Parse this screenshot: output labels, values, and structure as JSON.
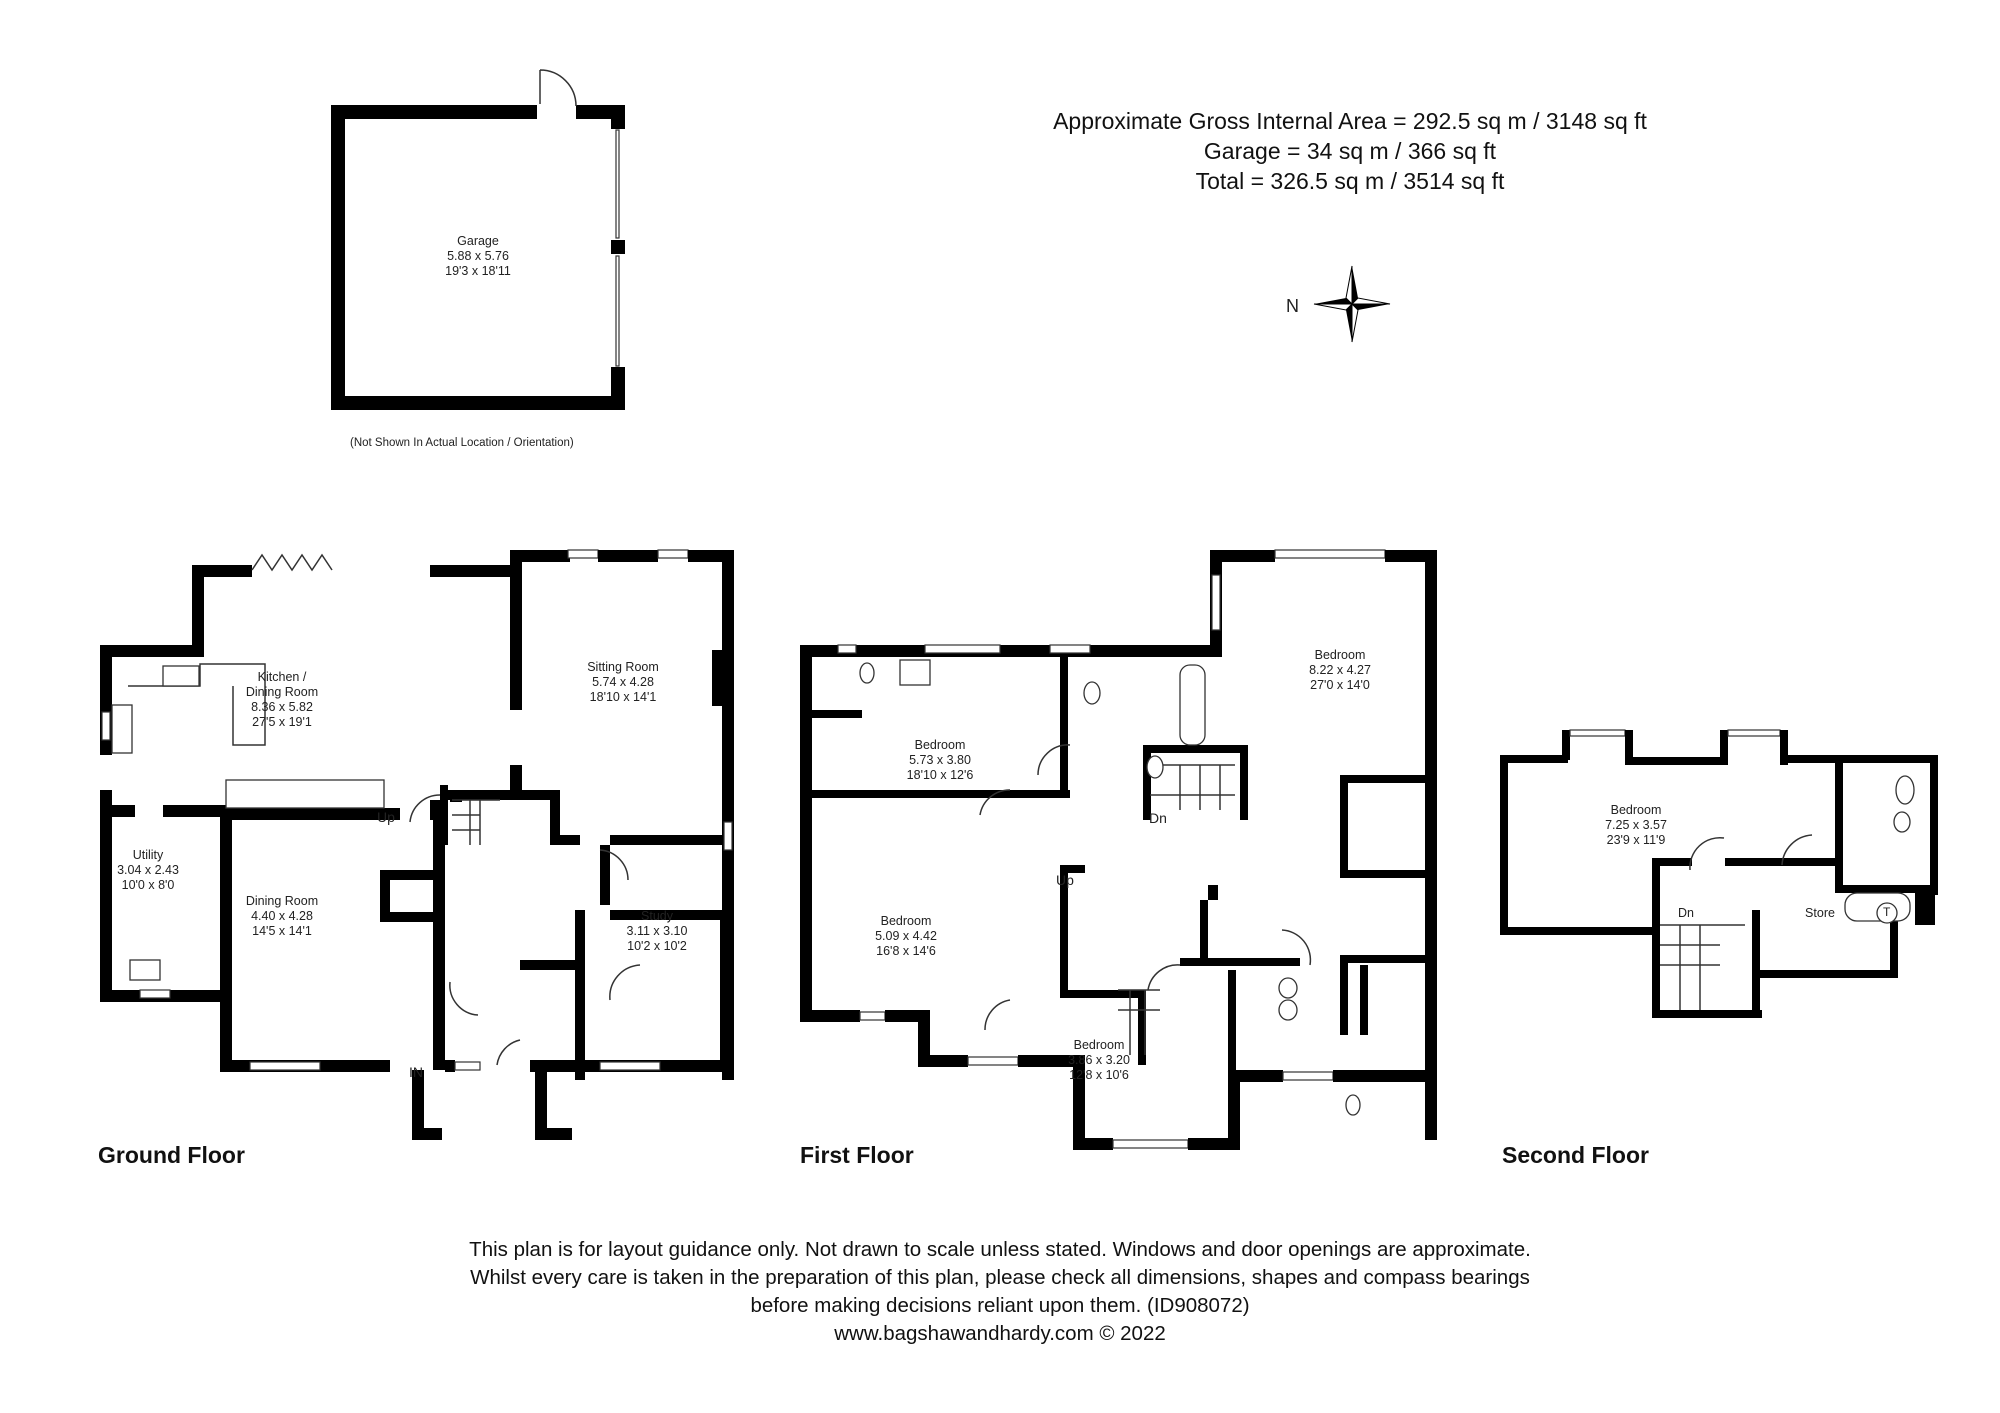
{
  "area_summary": {
    "line1": "Approximate Gross Internal Area = 292.5 sq m / 3148 sq ft",
    "line2": "Garage = 34 sq m / 366 sq ft",
    "line3": "Total = 326.5 sq m / 3514 sq ft"
  },
  "compass": {
    "label": "N"
  },
  "garage": {
    "name": "Garage",
    "metric": "5.88 x 5.76",
    "imperial": "19'3 x 18'11",
    "note": "(Not Shown In Actual Location / Orientation)"
  },
  "floors": {
    "ground": {
      "title": "Ground Floor",
      "rooms": [
        {
          "name": "Kitchen /",
          "name2": "Dining Room",
          "metric": "8.36 x 5.82",
          "imperial": "27'5 x 19'1"
        },
        {
          "name": "Sitting Room",
          "metric": "5.74 x 4.28",
          "imperial": "18'10 x 14'1"
        },
        {
          "name": "Utility",
          "metric": "3.04 x 2.43",
          "imperial": "10'0 x 8'0"
        },
        {
          "name": "Dining Room",
          "metric": "4.40 x 4.28",
          "imperial": "14'5 x 14'1"
        },
        {
          "name": "Study",
          "metric": "3.11 x 3.10",
          "imperial": "10'2 x 10'2"
        }
      ],
      "stairs_label": "Up",
      "entrance_label": "IN"
    },
    "first": {
      "title": "First Floor",
      "rooms": [
        {
          "name": "Bedroom",
          "metric": "8.22 x 4.27",
          "imperial": "27'0 x 14'0"
        },
        {
          "name": "Bedroom",
          "metric": "5.73 x 3.80",
          "imperial": "18'10 x 12'6"
        },
        {
          "name": "Bedroom",
          "metric": "5.09 x 4.42",
          "imperial": "16'8 x 14'6"
        },
        {
          "name": "Bedroom",
          "metric": "3.86 x 3.20",
          "imperial": "12'8 x 10'6"
        }
      ],
      "stairs_down_label": "Dn",
      "stairs_up_label": "Up"
    },
    "second": {
      "title": "Second Floor",
      "rooms": [
        {
          "name": "Bedroom",
          "metric": "7.25 x 3.57",
          "imperial": "23'9 x 11'9"
        },
        {
          "name": "Store"
        }
      ],
      "stairs_down_label": "Dn",
      "tank_label": "T"
    }
  },
  "disclaimer": {
    "line1": "This plan is for layout guidance only. Not drawn to scale unless stated. Windows and door openings are approximate.",
    "line2": "Whilst every care is taken in the preparation of this plan, please check all dimensions, shapes and compass bearings",
    "line3": "before making decisions reliant upon them. (ID908072)",
    "line4": "www.bagshawandhardy.com © 2022"
  }
}
